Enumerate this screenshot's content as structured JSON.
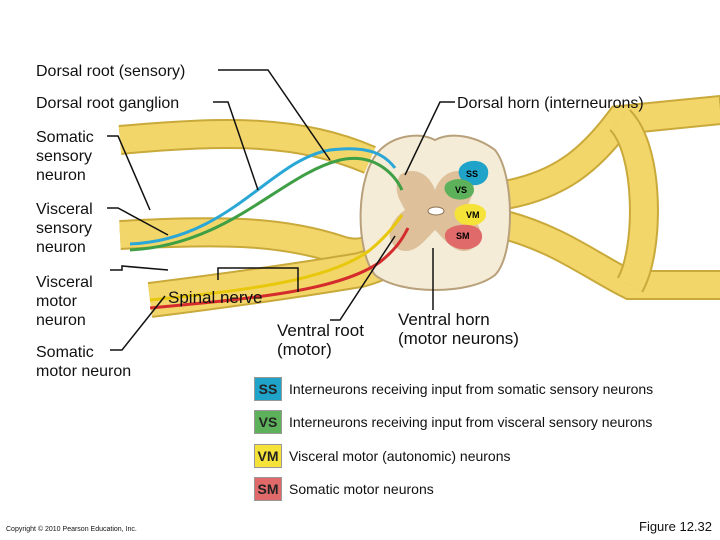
{
  "labels": {
    "dorsal_root": "Dorsal root (sensory)",
    "dorsal_root_ganglion": "Dorsal root ganglion",
    "dorsal_horn": "Dorsal horn (interneurons)",
    "somatic_sensory": "Somatic\nsensory\nneuron",
    "visceral_sensory": "Visceral\nsensory\nneuron",
    "visceral_motor": "Visceral\nmotor\nneuron",
    "somatic_motor": "Somatic\nmotor neuron",
    "spinal_nerve": "Spinal nerve",
    "ventral_root": "Ventral root\n(motor)",
    "ventral_horn": "Ventral horn\n(motor neurons)"
  },
  "regions": {
    "ss": "SS",
    "vs": "VS",
    "vm": "VM",
    "sm": "SM"
  },
  "legend": [
    {
      "code": "SS",
      "text": "Interneurons receiving input from somatic sensory neurons",
      "color": "#1fa3c9"
    },
    {
      "code": "VS",
      "text": "Interneurons receiving input from visceral sensory neurons",
      "color": "#5db15b"
    },
    {
      "code": "VM",
      "text": "Visceral motor (autonomic) neurons",
      "color": "#f6e33a"
    },
    {
      "code": "SM",
      "text": "Somatic motor neurons",
      "color": "#e06a6a"
    }
  ],
  "footer": {
    "copyright": "Copyright © 2010 Pearson Education, Inc.",
    "figure": "Figure 12.32"
  },
  "colors": {
    "nerve": "#f3d66a",
    "nerve_edge": "#c9a93a",
    "white_matter": "#f4ecd7",
    "gray_matter": "#d9b98f",
    "somatic_sensory_fiber": "#2aa7d6",
    "visceral_sensory_fiber": "#3f9f45",
    "visceral_motor_fiber": "#e8c80c",
    "somatic_motor_fiber": "#d42c2c"
  }
}
